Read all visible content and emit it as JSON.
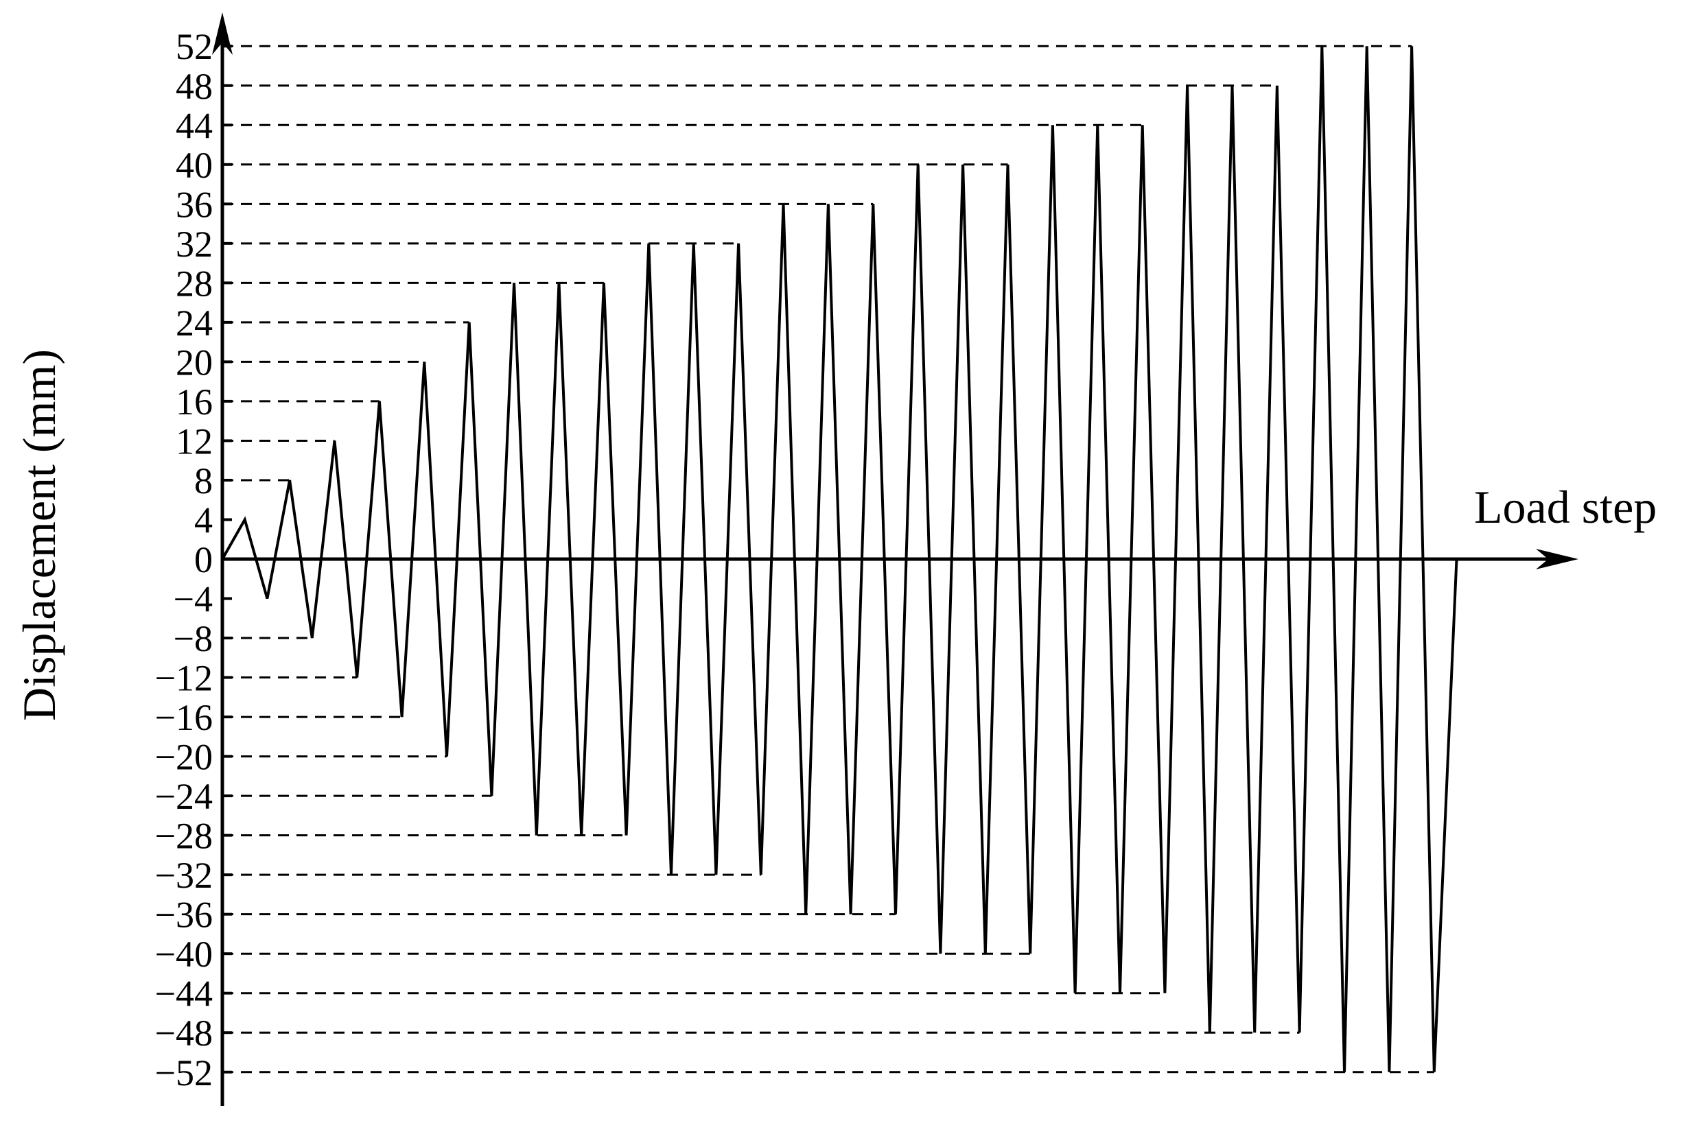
{
  "chart_data": {
    "type": "line",
    "title": "",
    "xlabel": "Load step",
    "ylabel": "Displacement (mm)",
    "ylim": [
      -52,
      52
    ],
    "yticks": [
      52,
      48,
      44,
      40,
      36,
      32,
      28,
      24,
      20,
      16,
      12,
      8,
      4,
      0,
      -4,
      -8,
      -12,
      -16,
      -20,
      -24,
      -28,
      -32,
      -36,
      -40,
      -44,
      -48,
      -52
    ],
    "ytick_labels": [
      "52",
      "48",
      "44",
      "40",
      "36",
      "32",
      "28",
      "24",
      "20",
      "16",
      "12",
      "8",
      "4",
      "0",
      "−4",
      "−8",
      "−12",
      "−16",
      "−20",
      "−24",
      "−28",
      "−32",
      "−36",
      "−40",
      "−44",
      "−48",
      "−52"
    ],
    "grid": false,
    "x": [
      0,
      1,
      2,
      3,
      4,
      5,
      6,
      7,
      8,
      9,
      10,
      11,
      12,
      13,
      14,
      15,
      16,
      17,
      18,
      19,
      20,
      21,
      22,
      23,
      24,
      25,
      26,
      27,
      28,
      29,
      30,
      31,
      32,
      33,
      34,
      35,
      36,
      37,
      38,
      39,
      40,
      41,
      42,
      43,
      44,
      45,
      46,
      47,
      48,
      49,
      50,
      51,
      52,
      53,
      54,
      55
    ],
    "series": [
      {
        "values": [
          0,
          4,
          -4,
          8,
          -8,
          12,
          -12,
          16,
          -16,
          20,
          -20,
          24,
          -24,
          28,
          -28,
          28,
          -28,
          28,
          -28,
          32,
          -32,
          32,
          -32,
          32,
          -32,
          36,
          -36,
          36,
          -36,
          36,
          -36,
          40,
          -40,
          40,
          -40,
          40,
          -40,
          44,
          -44,
          44,
          -44,
          44,
          -44,
          48,
          -48,
          48,
          -48,
          48,
          -48,
          52,
          -52,
          52,
          -52,
          52,
          -52,
          0
        ]
      }
    ],
    "peak_guides": [
      {
        "y": 52,
        "x_end": 53
      },
      {
        "y": 48,
        "x_end": 47
      },
      {
        "y": 44,
        "x_end": 41
      },
      {
        "y": 40,
        "x_end": 35
      },
      {
        "y": 36,
        "x_end": 29
      },
      {
        "y": 32,
        "x_end": 23
      },
      {
        "y": 28,
        "x_end": 17
      },
      {
        "y": 24,
        "x_end": 11
      },
      {
        "y": 20,
        "x_end": 9
      },
      {
        "y": 16,
        "x_end": 7
      },
      {
        "y": 12,
        "x_end": 5
      },
      {
        "y": 8,
        "x_end": 3
      },
      {
        "y": -8,
        "x_end": 4
      },
      {
        "y": -12,
        "x_end": 6
      },
      {
        "y": -16,
        "x_end": 8
      },
      {
        "y": -20,
        "x_end": 10
      },
      {
        "y": -24,
        "x_end": 12
      },
      {
        "y": -28,
        "x_end": 18
      },
      {
        "y": -32,
        "x_end": 24
      },
      {
        "y": -36,
        "x_end": 30
      },
      {
        "y": -40,
        "x_end": 36
      },
      {
        "y": -44,
        "x_end": 42
      },
      {
        "y": -48,
        "x_end": 48
      },
      {
        "y": -52,
        "x_end": 54
      }
    ]
  }
}
